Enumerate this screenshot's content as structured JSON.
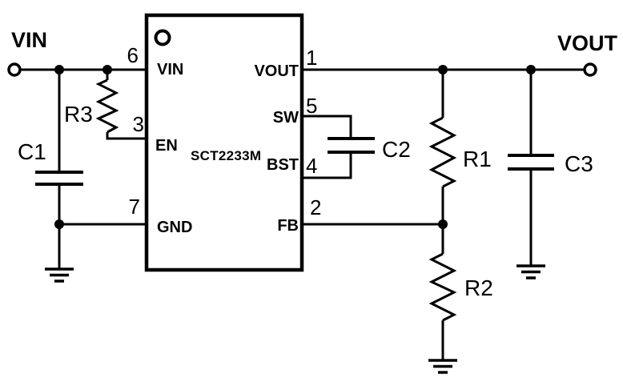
{
  "diagram": {
    "kind": "circuit-schematic",
    "colors": {
      "line": "#000000",
      "background": "#ffffff"
    }
  },
  "terminals": {
    "input": {
      "label": "VIN"
    },
    "output": {
      "label": "VOUT"
    }
  },
  "ic": {
    "part_number": "SCT2233M",
    "pin1_marker": "circle",
    "left_pins": [
      {
        "number": "6",
        "name": "VIN"
      },
      {
        "number": "3",
        "name": "EN"
      },
      {
        "number": "7",
        "name": "GND"
      }
    ],
    "right_pins": [
      {
        "number": "1",
        "name": "VOUT"
      },
      {
        "number": "5",
        "name": "SW"
      },
      {
        "number": "4",
        "name": "BST"
      },
      {
        "number": "2",
        "name": "FB"
      }
    ]
  },
  "components": {
    "c1": {
      "ref": "C1",
      "type": "capacitor",
      "connection": "VIN to GND"
    },
    "r3": {
      "ref": "R3",
      "type": "resistor",
      "connection": "VIN to EN"
    },
    "c2": {
      "ref": "C2",
      "type": "capacitor",
      "connection": "SW to BST"
    },
    "r1": {
      "ref": "R1",
      "type": "resistor",
      "connection": "VOUT to FB"
    },
    "r2": {
      "ref": "R2",
      "type": "resistor",
      "connection": "FB to GND"
    },
    "c3": {
      "ref": "C3",
      "type": "capacitor",
      "connection": "VOUT to GND"
    }
  }
}
